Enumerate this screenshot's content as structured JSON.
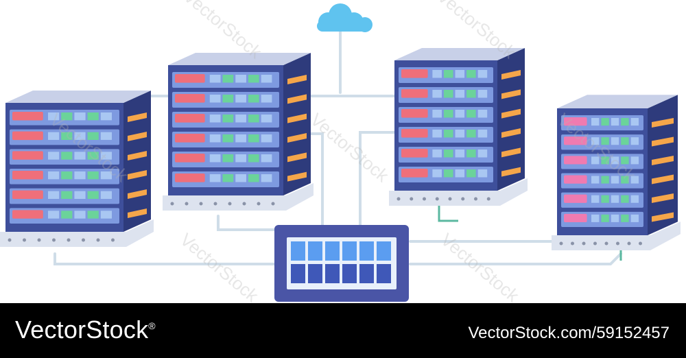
{
  "footer": {
    "brand": "VectorStock",
    "brand_mark": "®",
    "image_ref": "VectorStock.com/59152457"
  },
  "watermark": "VectorStock",
  "colors": {
    "line": "#cfdde8",
    "rack_front": "#3e4f9b",
    "rack_side": "#2e3b7c",
    "rack_top": "#c8d0e8",
    "base": "#dde3ef",
    "slot_orange": "#f5a64a",
    "cloud": "#5fc3ef",
    "switch_body": "#4a55a6",
    "switch_screen": "#5b9df0",
    "cable_green": "#5bb8a0"
  },
  "icons": [
    "cloud-icon",
    "server-rack-icon",
    "network-switch-icon"
  ]
}
